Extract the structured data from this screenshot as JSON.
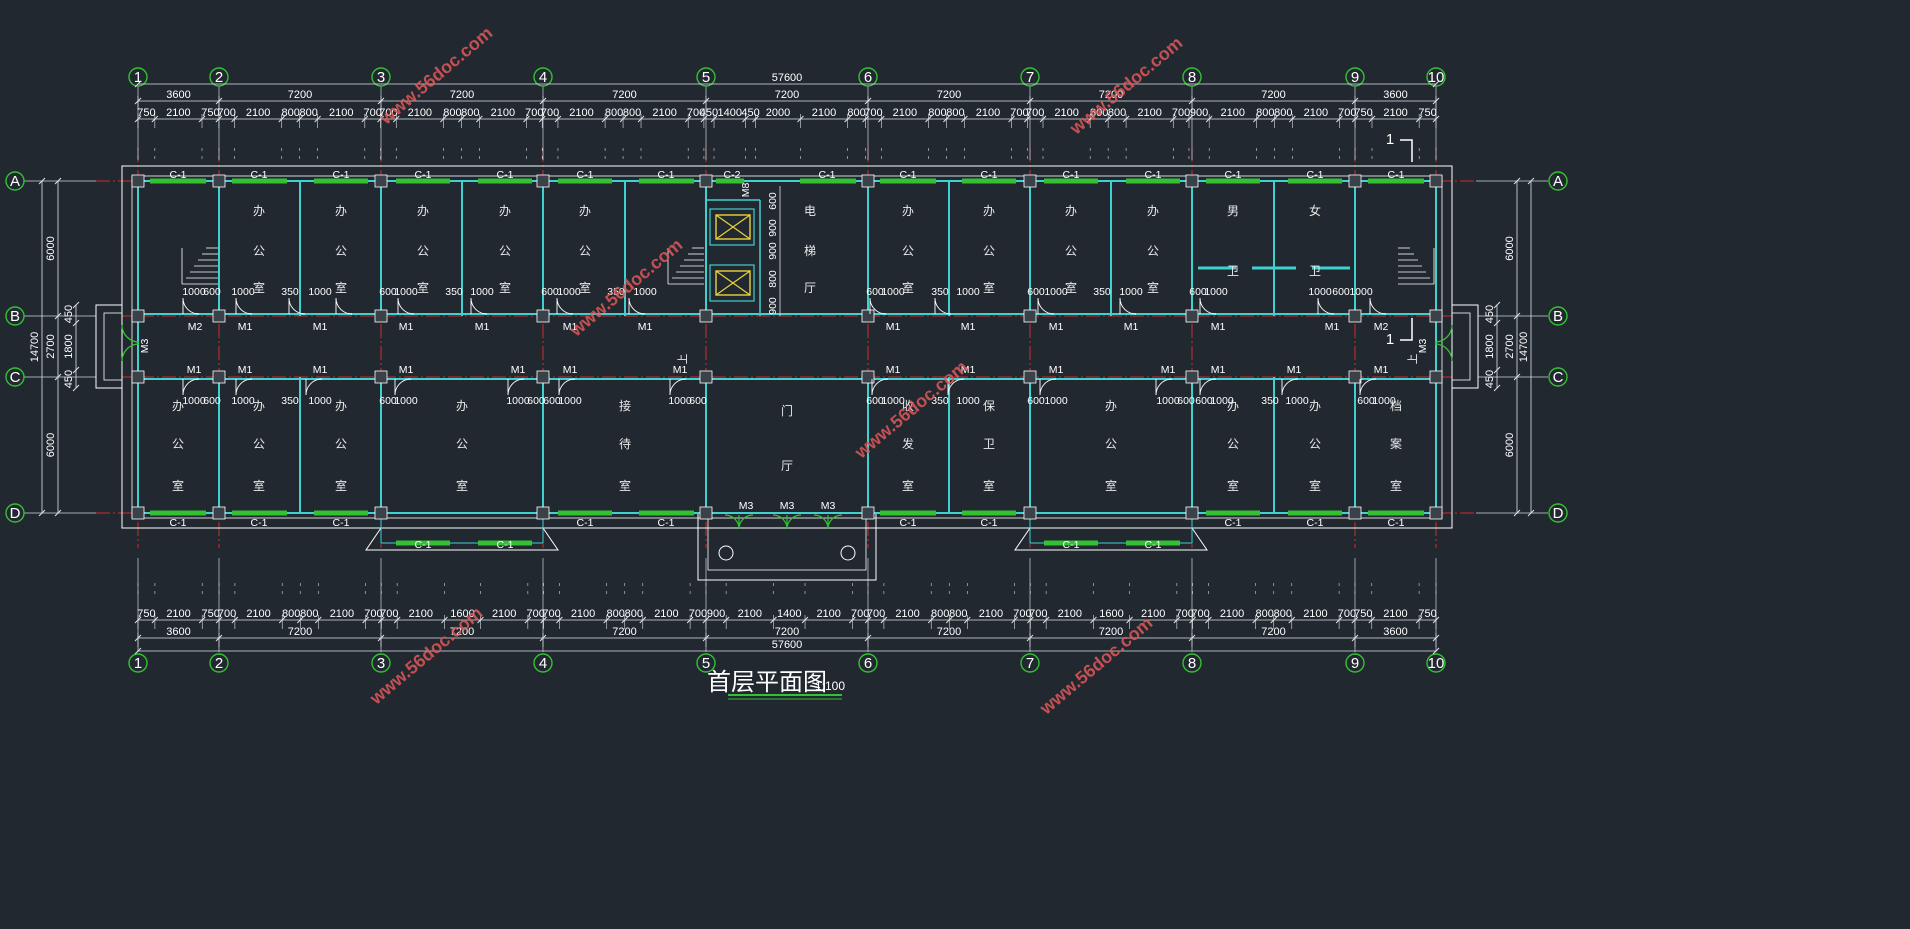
{
  "drawing": {
    "title": "首层平面图",
    "scale": "1:100"
  },
  "grid": {
    "columns": [
      "1",
      "2",
      "3",
      "4",
      "5",
      "6",
      "7",
      "8",
      "9",
      "10"
    ],
    "rows": [
      "A",
      "B",
      "C",
      "D"
    ]
  },
  "dims": {
    "overall_width": "57600",
    "overall_depth": "14700",
    "bays": [
      "3600",
      "7200",
      "7200",
      "7200",
      "7200",
      "7200",
      "7200",
      "7200",
      "3600"
    ],
    "top_detail": [
      "750",
      "2100",
      "750",
      "700",
      "2100",
      "800",
      "800",
      "2100",
      "700",
      "700",
      "2100",
      "800",
      "800",
      "2100",
      "700",
      "700",
      "2100",
      "800",
      "800",
      "2100",
      "700",
      "450",
      "1400",
      "450",
      "2000",
      "2100",
      "800",
      "700",
      "2100",
      "800",
      "800",
      "2100",
      "700",
      "700",
      "2100",
      "800",
      "800",
      "2100",
      "700",
      "900",
      "2100",
      "800",
      "800",
      "2100",
      "700",
      "750",
      "2100",
      "750"
    ],
    "bottom_detail": [
      "750",
      "2100",
      "750",
      "700",
      "2100",
      "800",
      "800",
      "2100",
      "700",
      "700",
      "2100",
      "1600",
      "2100",
      "700",
      "700",
      "2100",
      "800",
      "800",
      "2100",
      "700",
      "900",
      "2100",
      "1400",
      "2100",
      "700",
      "700",
      "2100",
      "800",
      "800",
      "2100",
      "700",
      "700",
      "2100",
      "1600",
      "2100",
      "700",
      "700",
      "2100",
      "800",
      "800",
      "2100",
      "700",
      "750",
      "2100",
      "750"
    ],
    "left_side": [
      "6000",
      "2700",
      "6000"
    ],
    "left_corridor": [
      "450",
      "1800",
      "450"
    ],
    "right_side": [
      "6000",
      "2700",
      "6000"
    ],
    "right_corridor": [
      "450",
      "1800",
      "450"
    ],
    "elevator_stack": [
      "600",
      "900",
      "900",
      "800",
      "900"
    ]
  },
  "labels": {
    "window_c1": "C-1",
    "window_c2": "C-2",
    "door_m1": "M1",
    "door_m2": "M2",
    "door_m3": "M3",
    "door_m8": "M8",
    "door_1000": "1000",
    "door_600": "600",
    "door_350": "350",
    "section_mark": "1",
    "stair_up": "上"
  },
  "rooms_north": [
    {
      "chars": [
        "办",
        "公",
        "室"
      ]
    },
    {
      "chars": [
        "办",
        "公",
        "室"
      ]
    },
    {
      "chars": [
        "办",
        "公",
        "室"
      ]
    },
    {
      "chars": [
        "办",
        "公",
        "室"
      ]
    },
    {
      "chars": [
        "办",
        "公",
        "室"
      ]
    },
    {
      "chars": [
        "电",
        "梯",
        "厅"
      ]
    },
    {
      "chars": [
        "办",
        "公",
        "室"
      ]
    },
    {
      "chars": [
        "办",
        "公",
        "室"
      ]
    },
    {
      "chars": [
        "办",
        "公",
        "室"
      ]
    },
    {
      "chars": [
        "办",
        "公",
        "室"
      ]
    },
    {
      "chars": [
        "男",
        "卫"
      ]
    },
    {
      "chars": [
        "女",
        "卫"
      ]
    }
  ],
  "rooms_south": [
    {
      "chars": [
        "办",
        "公",
        "室"
      ]
    },
    {
      "chars": [
        "办",
        "公",
        "室"
      ]
    },
    {
      "chars": [
        "办",
        "公",
        "室"
      ]
    },
    {
      "chars": [
        "办",
        "公",
        "室"
      ]
    },
    {
      "chars": [
        "接",
        "待",
        "室"
      ]
    },
    {
      "chars": [
        "门",
        "厅"
      ]
    },
    {
      "chars": [
        "收",
        "发",
        "室"
      ]
    },
    {
      "chars": [
        "保",
        "卫",
        "室"
      ]
    },
    {
      "chars": [
        "办",
        "公",
        "室"
      ]
    },
    {
      "chars": [
        "办",
        "公",
        "室"
      ]
    },
    {
      "chars": [
        "办",
        "公",
        "室"
      ]
    },
    {
      "chars": [
        "档",
        "案",
        "室"
      ]
    }
  ],
  "watermark": "www.56doc.com",
  "colors": {
    "background": "#212830",
    "line": "#ffffff",
    "wall": "#3fd0d0",
    "window": "#33c133",
    "axis": "#d22b2b",
    "grid_bubble": "#33c133",
    "elevator": "#e8d43a",
    "watermark": "#e05858"
  }
}
